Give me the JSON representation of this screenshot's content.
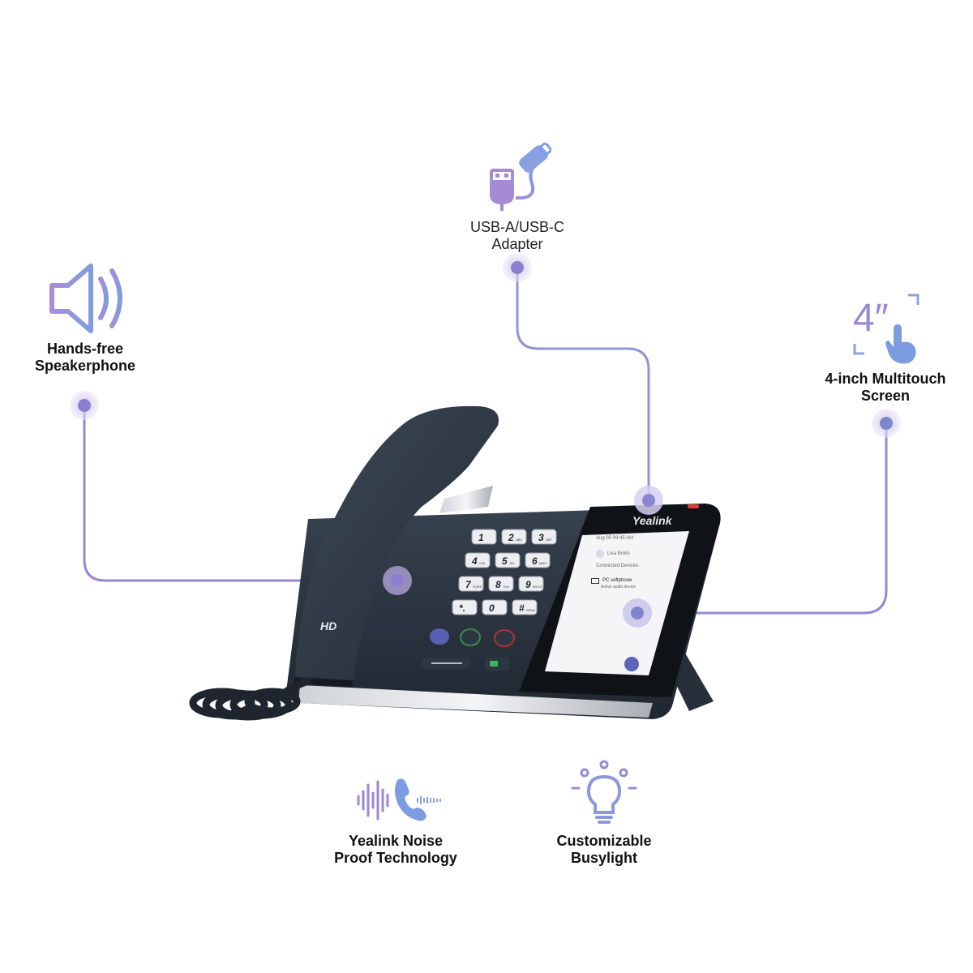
{
  "colors": {
    "accent_purple": "#8b72c9",
    "accent_blue": "#7a8fd6",
    "phone_body": "#2b3642",
    "screen_bg": "#f4f5f7"
  },
  "features": {
    "speakerphone": {
      "label": "Hands-free\nSpeakerphone",
      "icon": "speaker-icon"
    },
    "adapter": {
      "label": "USB-A/USB-C\nAdapter",
      "icon": "usb-adapter-icon"
    },
    "screen": {
      "label": "4-inch Multitouch\nScreen",
      "icon": "touch-screen-icon",
      "icon_text": "4″"
    },
    "noise": {
      "label": "Yealink Noise\nProof Technology",
      "icon": "noise-proof-icon"
    },
    "busylight": {
      "label": "Customizable\nBusylight",
      "icon": "busylight-icon"
    }
  },
  "phone": {
    "brand": "Yealink",
    "hd_badge": "HD",
    "keypad": [
      {
        "digit": "1",
        "letters": ""
      },
      {
        "digit": "2",
        "letters": "ABC"
      },
      {
        "digit": "3",
        "letters": "DEF"
      },
      {
        "digit": "4",
        "letters": "GHI"
      },
      {
        "digit": "5",
        "letters": "JKL"
      },
      {
        "digit": "6",
        "letters": "MNO"
      },
      {
        "digit": "7",
        "letters": "PQRS"
      },
      {
        "digit": "8",
        "letters": "TUV"
      },
      {
        "digit": "9",
        "letters": "WXYZ"
      },
      {
        "digit": "*.",
        "letters": ""
      },
      {
        "digit": "0",
        "letters": ""
      },
      {
        "digit": "#",
        "letters": "SEND"
      }
    ],
    "screen": {
      "status_line": "Aug 05 09:45 AM",
      "profile_name": "Lisa Brolls",
      "section_header": "Connected Devices",
      "device_name": "PC softphone",
      "device_status": "Active audio device"
    }
  }
}
